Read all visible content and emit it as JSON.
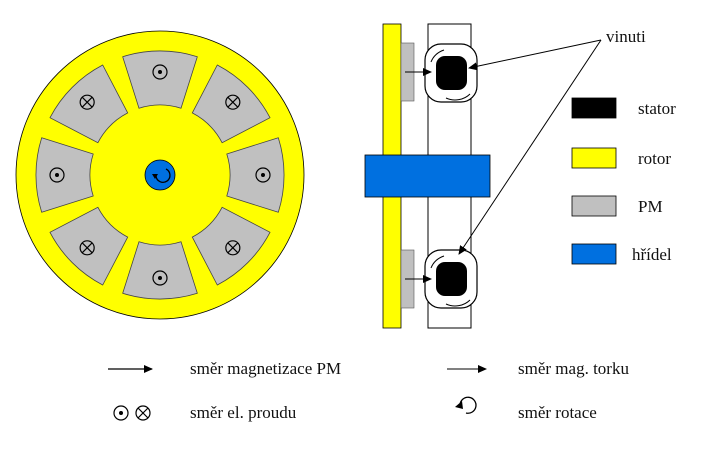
{
  "colors": {
    "stator": "#000000",
    "rotor": "#ffff00",
    "pm": "#c0c0c0",
    "hridel": "#0070e0"
  },
  "callout": {
    "winding_label": "vinuti"
  },
  "legend": {
    "items": [
      {
        "key": "stator",
        "label": "stator"
      },
      {
        "key": "rotor",
        "label": "rotor"
      },
      {
        "key": "pm",
        "label": "PM"
      },
      {
        "key": "hridel",
        "label": "hřídel"
      }
    ]
  },
  "bottom_legend": {
    "magnetization": "směr magnetizace PM",
    "torque": "směr mag. torku",
    "current": "směr el. proudu",
    "rotation": "směr rotace"
  },
  "magnets": [
    {
      "symbol": "dot"
    },
    {
      "symbol": "cross"
    },
    {
      "symbol": "dot"
    },
    {
      "symbol": "cross"
    },
    {
      "symbol": "dot"
    },
    {
      "symbol": "cross"
    },
    {
      "symbol": "dot"
    },
    {
      "symbol": "cross"
    }
  ]
}
